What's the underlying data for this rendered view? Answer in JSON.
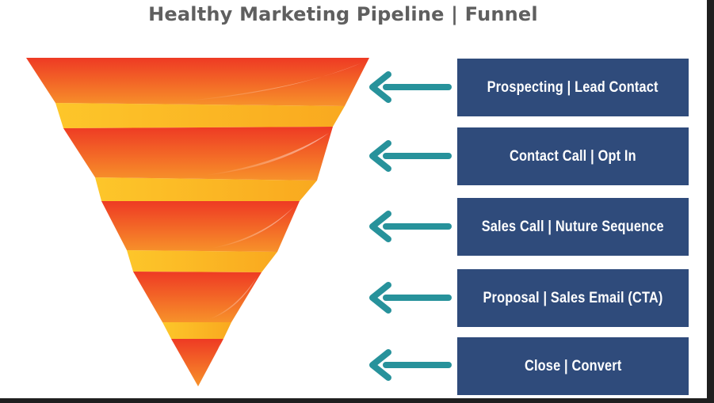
{
  "title": "Healthy Marketing Pipeline | Funnel",
  "stages": [
    {
      "label": "Prospecting | Lead Contact"
    },
    {
      "label": "Contact Call | Opt In"
    },
    {
      "label": "Sales Call | Nuture Sequence"
    },
    {
      "label": "Proposal | Sales Email (CTA)"
    },
    {
      "label": "Close | Convert"
    }
  ],
  "colors": {
    "box_fill": "#2f4b7b",
    "box_text": "#ffffff",
    "arrow": "#27929b",
    "funnel_red": "#ee3a24",
    "funnel_orange": "#f7922a",
    "funnel_yellow": "#fbbf22",
    "title": "#5f5f5f"
  },
  "icons": {
    "arrow": "arrow-left-icon"
  }
}
